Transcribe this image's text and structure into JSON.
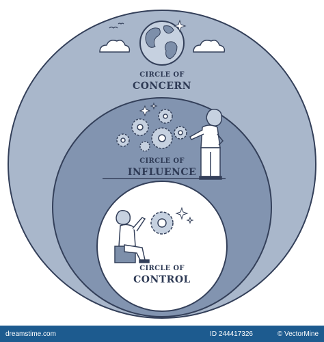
{
  "concern": {
    "line1": "CIRCLE OF",
    "line2": "CONCERN"
  },
  "influence": {
    "line1": "CIRCLE OF",
    "line2": "INFLUENCE"
  },
  "control": {
    "line1": "CIRCLE OF",
    "line2": "CONTROL"
  },
  "footer": {
    "site": "dreamstime.com",
    "id_text": "ID 244417326",
    "author": "© VectorMine"
  },
  "colors": {
    "outer": "#a9b7cb",
    "middle": "#8294b0",
    "inner": "#ffffff",
    "outline": "#34405a",
    "footer_bar": "#1d5b8f"
  }
}
